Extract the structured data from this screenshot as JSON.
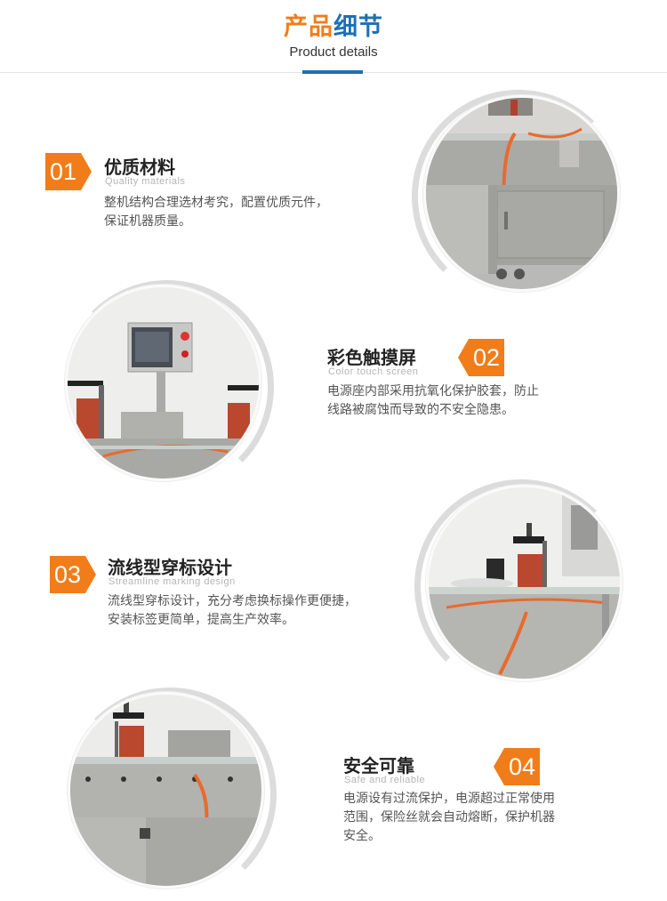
{
  "header": {
    "title_part1": "产品",
    "title_part2": "细节",
    "subtitle": "Product details"
  },
  "colors": {
    "accent_orange": "#f07d19",
    "accent_blue": "#1c6fb8"
  },
  "features": [
    {
      "number": "01",
      "title": "优质材料",
      "subtitle": "Quality materials",
      "desc_line1": "整机结构合理选材考究，配置优质元件，",
      "desc_line2": "保证机器质量。"
    },
    {
      "number": "02",
      "title": "彩色触摸屏",
      "subtitle": "Color touch screen",
      "desc_line1": "电源座内部采用抗氧化保护胶套，防止",
      "desc_line2": "线路被腐蚀而导致的不安全隐患。"
    },
    {
      "number": "03",
      "title": "流线型穿标设计",
      "subtitle": "Streamline marking design",
      "desc_line1": "流线型穿标设计，充分考虑换标操作更便捷，",
      "desc_line2": "安装标签更简单，提高生产效率。"
    },
    {
      "number": "04",
      "title": "安全可靠",
      "subtitle": "Safe and reliable",
      "desc_line1": "电源设有过流保护，电源超过正常使用",
      "desc_line2": "范围，保险丝就会自动熔断，保护机器",
      "desc_line3": "安全。"
    }
  ]
}
